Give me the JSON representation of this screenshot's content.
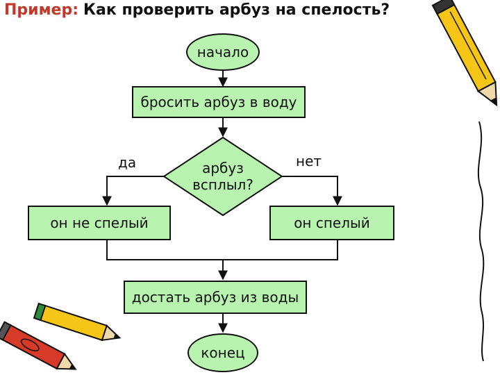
{
  "title": {
    "lead": "Пример:",
    "rest": "Как проверить арбуз на спелость?"
  },
  "flow": {
    "start": "начало",
    "step1": "бросить арбуз в воду",
    "decision": "арбуз всплыл?",
    "yes_label": "да",
    "no_label": "нет",
    "yes_result": "он не спелый",
    "no_result": "он спелый",
    "step2": "достать арбуз из воды",
    "end": "конец"
  },
  "colors": {
    "box_fill": "#b9f3b0",
    "stroke": "#111111",
    "title_lead": "#c0392b",
    "pencil_yellow": "#f5c518",
    "pencil_red": "#d83a2a"
  },
  "decorations": [
    "pencil-icon",
    "pencil-icon",
    "pencil-icon"
  ]
}
